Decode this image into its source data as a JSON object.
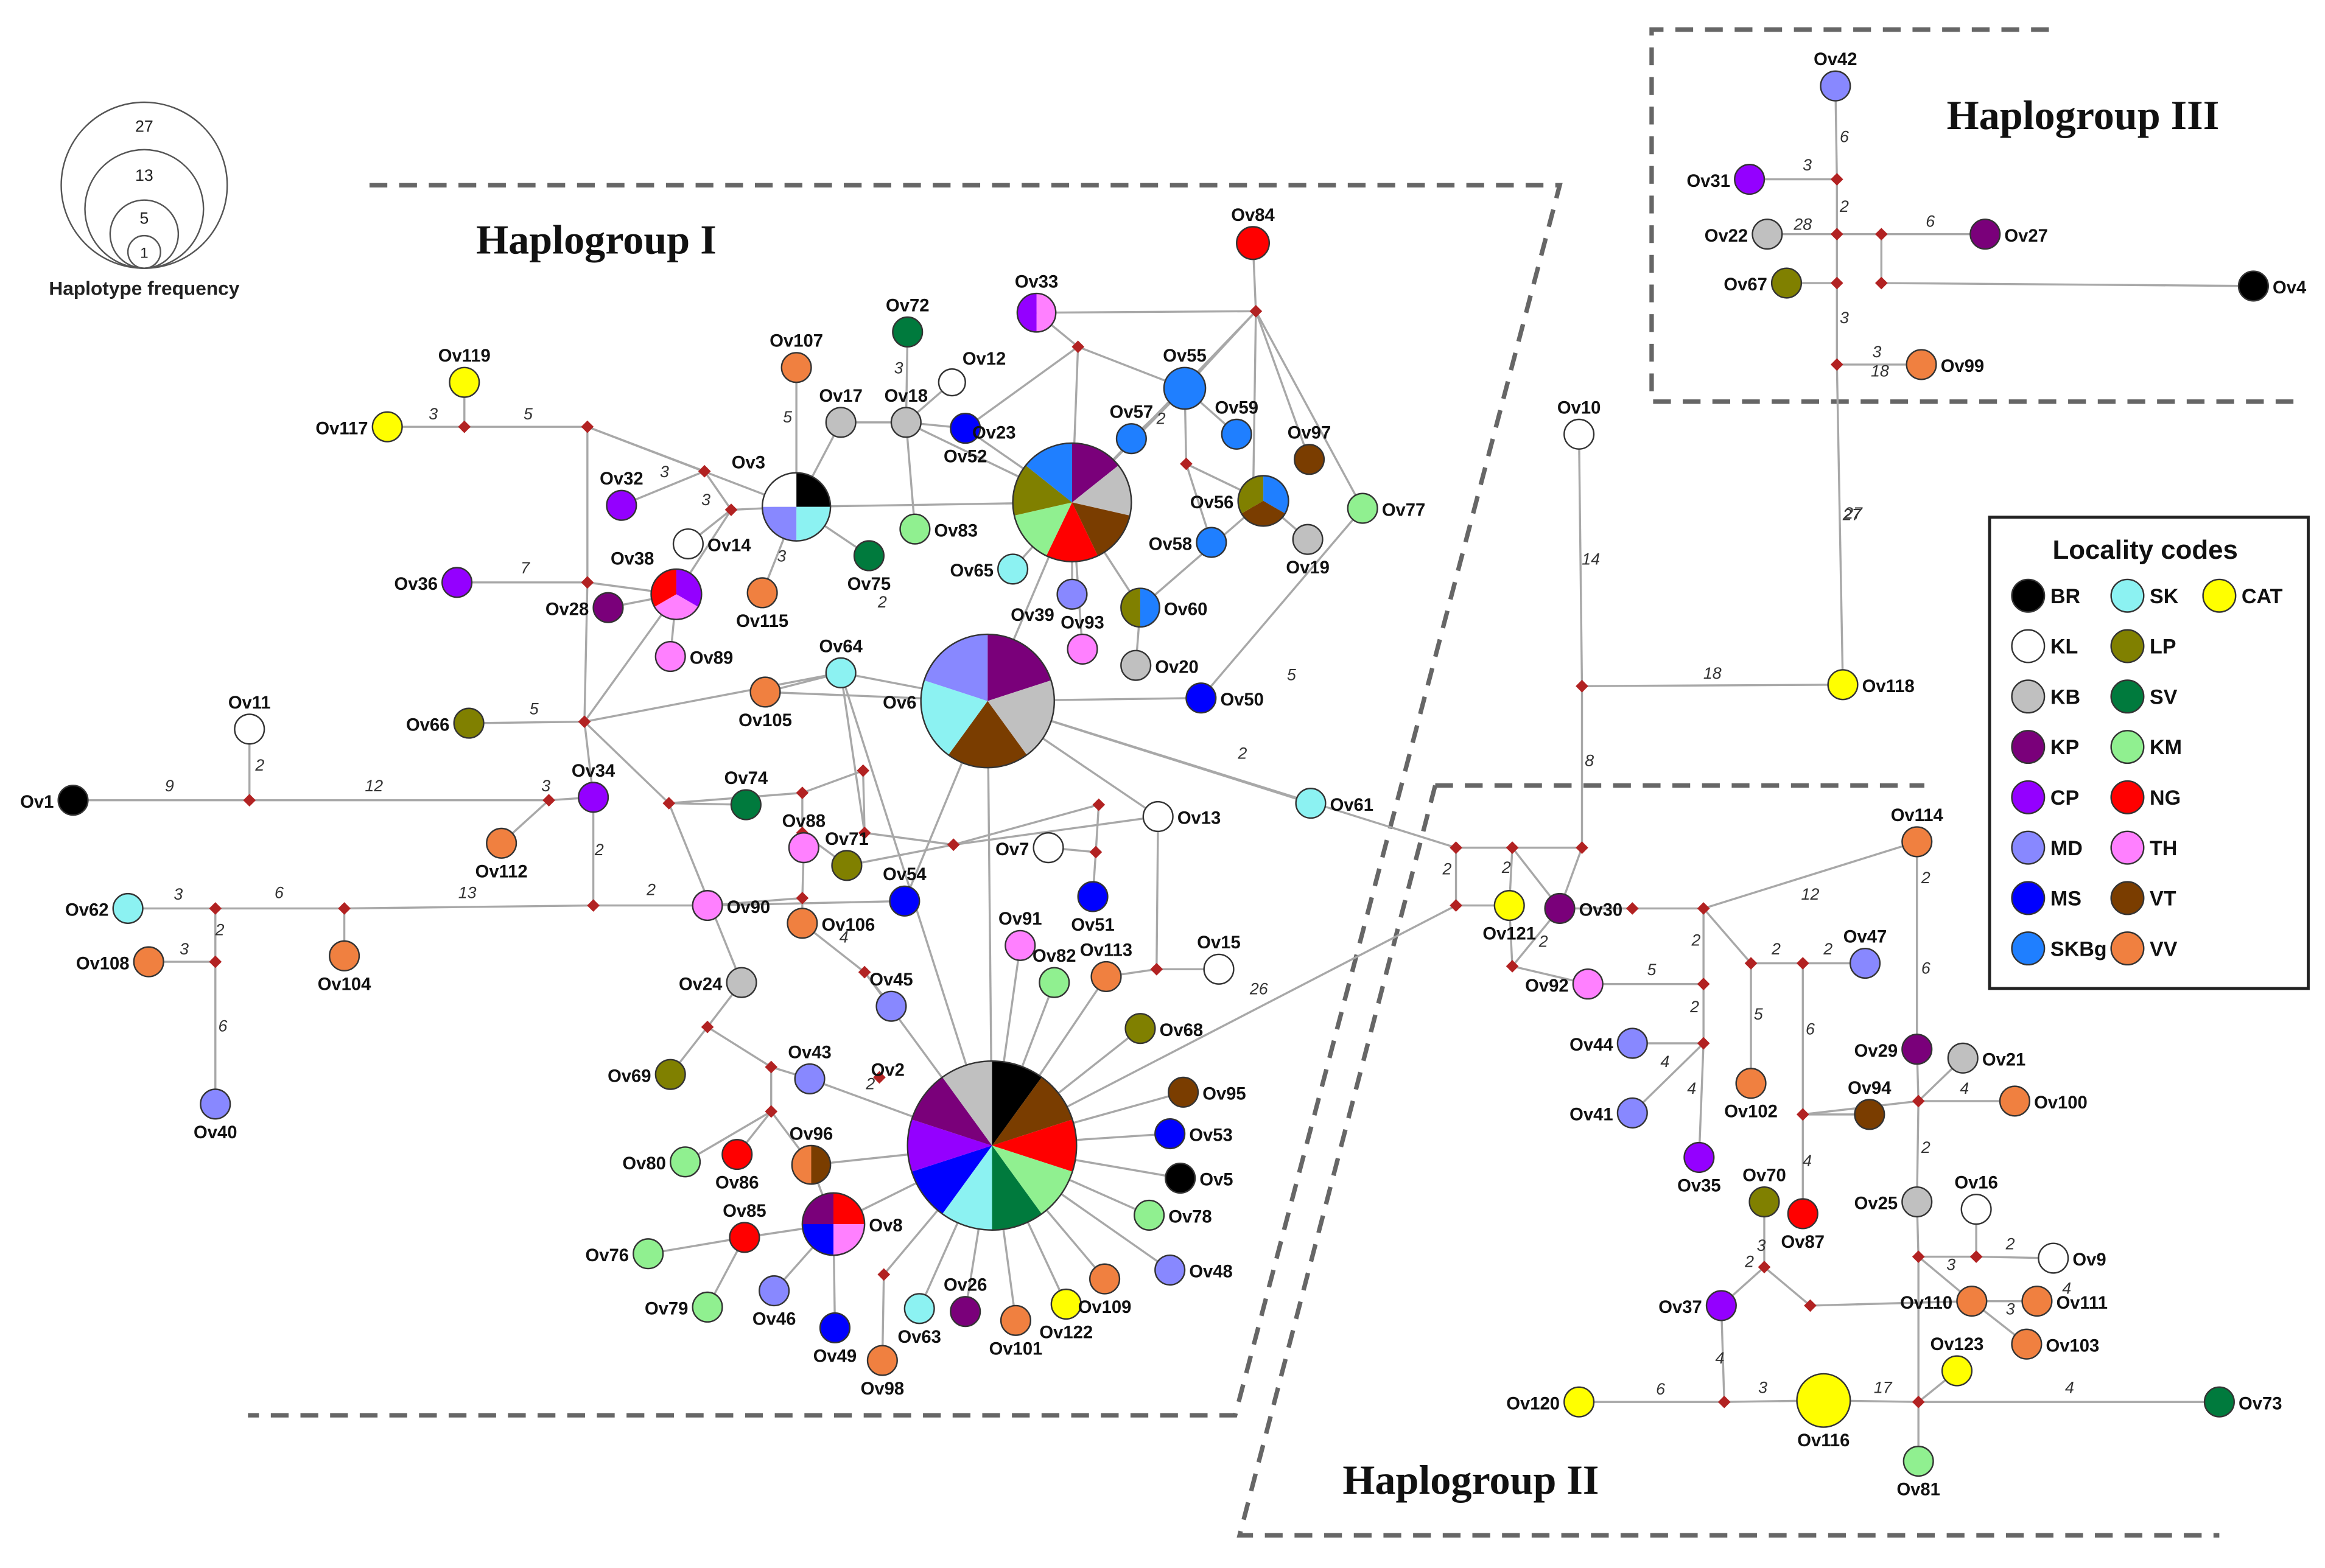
{
  "groups": [
    "Haplogroup I",
    "Haplogroup II",
    "Haplogroup III"
  ],
  "frequency_legend": {
    "title": "Haplotype frequency",
    "values": [
      "27",
      "13",
      "5",
      "1"
    ]
  },
  "locality_legend": {
    "title": "Locality codes",
    "items": [
      {
        "code": "BR",
        "color": "#000000"
      },
      {
        "code": "SK",
        "color": "#8cf2f2"
      },
      {
        "code": "CAT",
        "color": "#ffff00"
      },
      {
        "code": "KL",
        "color": "#ffffff"
      },
      {
        "code": "LP",
        "color": "#808000"
      },
      {
        "code": "KB",
        "color": "#c0c0c0"
      },
      {
        "code": "SV",
        "color": "#007a3d"
      },
      {
        "code": "KP",
        "color": "#7a007a"
      },
      {
        "code": "KM",
        "color": "#90f090"
      },
      {
        "code": "CP",
        "color": "#9400ff"
      },
      {
        "code": "NG",
        "color": "#ff0000"
      },
      {
        "code": "MD",
        "color": "#8888ff"
      },
      {
        "code": "TH",
        "color": "#ff80ff"
      },
      {
        "code": "MS",
        "color": "#0000ff"
      },
      {
        "code": "VT",
        "color": "#7a3d00"
      },
      {
        "code": "SKBg",
        "color": "#1f7fff"
      },
      {
        "code": "VV",
        "color": "#f08040"
      }
    ]
  },
  "haplotypes": [
    {
      "id": "Ov1",
      "colors": [
        "BR"
      ]
    },
    {
      "id": "Ov2",
      "colors": [
        "BR",
        "VT",
        "NG",
        "KM",
        "SV",
        "SK",
        "MS",
        "CP",
        "KP",
        "KB"
      ]
    },
    {
      "id": "Ov3",
      "colors": [
        "BR",
        "SK",
        "MD",
        "KL"
      ]
    },
    {
      "id": "Ov4",
      "colors": [
        "BR"
      ]
    },
    {
      "id": "Ov5",
      "colors": [
        "BR"
      ]
    },
    {
      "id": "Ov6",
      "colors": [
        "KP",
        "KB",
        "VT",
        "SK",
        "MD"
      ]
    },
    {
      "id": "Ov7",
      "colors": [
        "KL"
      ]
    },
    {
      "id": "Ov8",
      "colors": [
        "NG",
        "TH",
        "MS",
        "KP"
      ]
    },
    {
      "id": "Ov9",
      "colors": [
        "KL"
      ]
    },
    {
      "id": "Ov10",
      "colors": [
        "KL"
      ]
    },
    {
      "id": "Ov11",
      "colors": [
        "KL"
      ]
    },
    {
      "id": "Ov12",
      "colors": [
        "KL"
      ]
    },
    {
      "id": "Ov13",
      "colors": [
        "KL"
      ]
    },
    {
      "id": "Ov14",
      "colors": [
        "KL"
      ]
    },
    {
      "id": "Ov15",
      "colors": [
        "KL"
      ]
    },
    {
      "id": "Ov16",
      "colors": [
        "KL"
      ]
    },
    {
      "id": "Ov17",
      "colors": [
        "KB"
      ]
    },
    {
      "id": "Ov18",
      "colors": [
        "KB"
      ]
    },
    {
      "id": "Ov19",
      "colors": [
        "KB"
      ]
    },
    {
      "id": "Ov20",
      "colors": [
        "KB"
      ]
    },
    {
      "id": "Ov21",
      "colors": [
        "KB"
      ]
    },
    {
      "id": "Ov22",
      "colors": [
        "KB"
      ]
    },
    {
      "id": "Ov23",
      "colors": [
        "KP",
        "KB",
        "VT",
        "NG",
        "KM",
        "LP",
        "SKBg"
      ]
    },
    {
      "id": "Ov24",
      "colors": [
        "KB"
      ]
    },
    {
      "id": "Ov25",
      "colors": [
        "KB"
      ]
    },
    {
      "id": "Ov26",
      "colors": [
        "KP"
      ]
    },
    {
      "id": "Ov27",
      "colors": [
        "KP"
      ]
    },
    {
      "id": "Ov28",
      "colors": [
        "KP"
      ]
    },
    {
      "id": "Ov29",
      "colors": [
        "KP"
      ]
    },
    {
      "id": "Ov30",
      "colors": [
        "KP"
      ]
    },
    {
      "id": "Ov31",
      "colors": [
        "CP"
      ]
    },
    {
      "id": "Ov32",
      "colors": [
        "CP"
      ]
    },
    {
      "id": "Ov33",
      "colors": [
        "TH",
        "CP"
      ]
    },
    {
      "id": "Ov34",
      "colors": [
        "CP"
      ]
    },
    {
      "id": "Ov35",
      "colors": [
        "CP"
      ]
    },
    {
      "id": "Ov36",
      "colors": [
        "CP"
      ]
    },
    {
      "id": "Ov37",
      "colors": [
        "CP"
      ]
    },
    {
      "id": "Ov38",
      "colors": [
        "CP",
        "TH",
        "NG"
      ]
    },
    {
      "id": "Ov39",
      "colors": [
        "MD"
      ]
    },
    {
      "id": "Ov40",
      "colors": [
        "MD"
      ]
    },
    {
      "id": "Ov41",
      "colors": [
        "MD"
      ]
    },
    {
      "id": "Ov42",
      "colors": [
        "MD"
      ]
    },
    {
      "id": "Ov43",
      "colors": [
        "MD"
      ]
    },
    {
      "id": "Ov44",
      "colors": [
        "MD"
      ]
    },
    {
      "id": "Ov45",
      "colors": [
        "MD"
      ]
    },
    {
      "id": "Ov46",
      "colors": [
        "MD"
      ]
    },
    {
      "id": "Ov47",
      "colors": [
        "MD"
      ]
    },
    {
      "id": "Ov48",
      "colors": [
        "MD"
      ]
    },
    {
      "id": "Ov49",
      "colors": [
        "MS"
      ]
    },
    {
      "id": "Ov50",
      "colors": [
        "MS"
      ]
    },
    {
      "id": "Ov51",
      "colors": [
        "MS"
      ]
    },
    {
      "id": "Ov52",
      "colors": [
        "MS"
      ]
    },
    {
      "id": "Ov53",
      "colors": [
        "MS"
      ]
    },
    {
      "id": "Ov54",
      "colors": [
        "MS"
      ]
    },
    {
      "id": "Ov55",
      "colors": [
        "SKBg"
      ]
    },
    {
      "id": "Ov56",
      "colors": [
        "SKBg",
        "VT",
        "LP"
      ]
    },
    {
      "id": "Ov57",
      "colors": [
        "SKBg"
      ]
    },
    {
      "id": "Ov58",
      "colors": [
        "SKBg"
      ]
    },
    {
      "id": "Ov59",
      "colors": [
        "SKBg"
      ]
    },
    {
      "id": "Ov60",
      "colors": [
        "SKBg",
        "LP"
      ]
    },
    {
      "id": "Ov61",
      "colors": [
        "SK"
      ]
    },
    {
      "id": "Ov62",
      "colors": [
        "SK"
      ]
    },
    {
      "id": "Ov63",
      "colors": [
        "SK"
      ]
    },
    {
      "id": "Ov64",
      "colors": [
        "SK"
      ]
    },
    {
      "id": "Ov65",
      "colors": [
        "SK"
      ]
    },
    {
      "id": "Ov66",
      "colors": [
        "LP"
      ]
    },
    {
      "id": "Ov67",
      "colors": [
        "LP"
      ]
    },
    {
      "id": "Ov68",
      "colors": [
        "LP"
      ]
    },
    {
      "id": "Ov69",
      "colors": [
        "LP"
      ]
    },
    {
      "id": "Ov70",
      "colors": [
        "LP"
      ]
    },
    {
      "id": "Ov71",
      "colors": [
        "LP"
      ]
    },
    {
      "id": "Ov72",
      "colors": [
        "SV"
      ]
    },
    {
      "id": "Ov73",
      "colors": [
        "SV"
      ]
    },
    {
      "id": "Ov74",
      "colors": [
        "SV"
      ]
    },
    {
      "id": "Ov75",
      "colors": [
        "SV"
      ]
    },
    {
      "id": "Ov76",
      "colors": [
        "KM"
      ]
    },
    {
      "id": "Ov77",
      "colors": [
        "KM"
      ]
    },
    {
      "id": "Ov78",
      "colors": [
        "KM"
      ]
    },
    {
      "id": "Ov79",
      "colors": [
        "KM"
      ]
    },
    {
      "id": "Ov80",
      "colors": [
        "KM"
      ]
    },
    {
      "id": "Ov81",
      "colors": [
        "KM"
      ]
    },
    {
      "id": "Ov82",
      "colors": [
        "KM"
      ]
    },
    {
      "id": "Ov83",
      "colors": [
        "KM"
      ]
    },
    {
      "id": "Ov84",
      "colors": [
        "NG"
      ]
    },
    {
      "id": "Ov85",
      "colors": [
        "NG"
      ]
    },
    {
      "id": "Ov86",
      "colors": [
        "NG"
      ]
    },
    {
      "id": "Ov87",
      "colors": [
        "NG"
      ]
    },
    {
      "id": "Ov88",
      "colors": [
        "TH"
      ]
    },
    {
      "id": "Ov89",
      "colors": [
        "TH"
      ]
    },
    {
      "id": "Ov90",
      "colors": [
        "TH"
      ]
    },
    {
      "id": "Ov91",
      "colors": [
        "TH"
      ]
    },
    {
      "id": "Ov92",
      "colors": [
        "TH"
      ]
    },
    {
      "id": "Ov93",
      "colors": [
        "TH"
      ]
    },
    {
      "id": "Ov94",
      "colors": [
        "VT"
      ]
    },
    {
      "id": "Ov95",
      "colors": [
        "VT"
      ]
    },
    {
      "id": "Ov96",
      "colors": [
        "VT",
        "VV"
      ]
    },
    {
      "id": "Ov97",
      "colors": [
        "VT"
      ]
    },
    {
      "id": "Ov98",
      "colors": [
        "VV"
      ]
    },
    {
      "id": "Ov99",
      "colors": [
        "VV"
      ]
    },
    {
      "id": "Ov100",
      "colors": [
        "VV"
      ]
    },
    {
      "id": "Ov101",
      "colors": [
        "VV"
      ]
    },
    {
      "id": "Ov102",
      "colors": [
        "VV"
      ]
    },
    {
      "id": "Ov103",
      "colors": [
        "VV"
      ]
    },
    {
      "id": "Ov104",
      "colors": [
        "VV"
      ]
    },
    {
      "id": "Ov105",
      "colors": [
        "VV"
      ]
    },
    {
      "id": "Ov106",
      "colors": [
        "VV"
      ]
    },
    {
      "id": "Ov107",
      "colors": [
        "VV"
      ]
    },
    {
      "id": "Ov108",
      "colors": [
        "VV"
      ]
    },
    {
      "id": "Ov109",
      "colors": [
        "VV"
      ]
    },
    {
      "id": "Ov110",
      "colors": [
        "VV"
      ]
    },
    {
      "id": "Ov111",
      "colors": [
        "VV"
      ]
    },
    {
      "id": "Ov112",
      "colors": [
        "VV"
      ]
    },
    {
      "id": "Ov113",
      "colors": [
        "VV"
      ]
    },
    {
      "id": "Ov114",
      "colors": [
        "VV"
      ]
    },
    {
      "id": "Ov115",
      "colors": [
        "VV"
      ]
    },
    {
      "id": "Ov116",
      "colors": [
        "CAT"
      ]
    },
    {
      "id": "Ov117",
      "colors": [
        "CAT"
      ]
    },
    {
      "id": "Ov118",
      "colors": [
        "CAT"
      ]
    },
    {
      "id": "Ov119",
      "colors": [
        "CAT"
      ]
    },
    {
      "id": "Ov120",
      "colors": [
        "CAT"
      ]
    },
    {
      "id": "Ov121",
      "colors": [
        "CAT"
      ]
    },
    {
      "id": "Ov122",
      "colors": [
        "CAT"
      ]
    },
    {
      "id": "Ov123",
      "colors": [
        "CAT"
      ]
    }
  ],
  "mutation_step_labels": [
    "9",
    "2",
    "12",
    "3",
    "13",
    "6",
    "2",
    "6",
    "3",
    "5",
    "5",
    "3",
    "3",
    "3",
    "7",
    "5",
    "2",
    "2",
    "2",
    "4",
    "2",
    "3",
    "3",
    "3",
    "5",
    "2",
    "18",
    "27",
    "14",
    "18",
    "8",
    "2",
    "2",
    "2",
    "12",
    "5",
    "2",
    "2",
    "5",
    "2",
    "4",
    "4",
    "6",
    "2",
    "4",
    "6",
    "2",
    "4",
    "2",
    "2",
    "3",
    "3",
    "4",
    "3",
    "6",
    "17",
    "4",
    "3",
    "2",
    "2",
    "28",
    "3",
    "6",
    "2",
    "3",
    "6",
    "3",
    "27",
    "4",
    "26",
    "2"
  ]
}
